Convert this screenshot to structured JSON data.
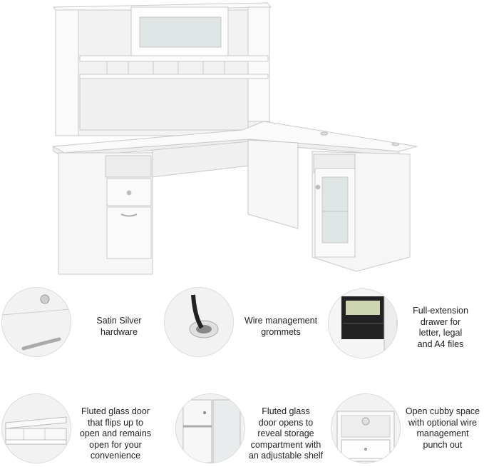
{
  "features": [
    {
      "icon": "hardware-closeup-icon",
      "caption": "Satin Silver\nhardware"
    },
    {
      "icon": "grommet-closeup-icon",
      "caption": "Wire management\ngrommets"
    },
    {
      "icon": "file-drawer-closeup-icon",
      "caption": "Full-extension\ndrawer for\nletter, legal\nand A4 files"
    },
    {
      "icon": "flip-door-closeup-icon",
      "caption": "Fluted glass door\nthat flips up to\nopen and remains\nopen for your\nconvenience"
    },
    {
      "icon": "cabinet-shelf-closeup-icon",
      "caption": "Fluted glass\ndoor opens to\nreveal storage\ncompartment with\nan adjustable shelf"
    },
    {
      "icon": "cubby-closeup-icon",
      "caption": "Open cubby space\nwith optional wire\nmanagement\npunch out"
    }
  ]
}
